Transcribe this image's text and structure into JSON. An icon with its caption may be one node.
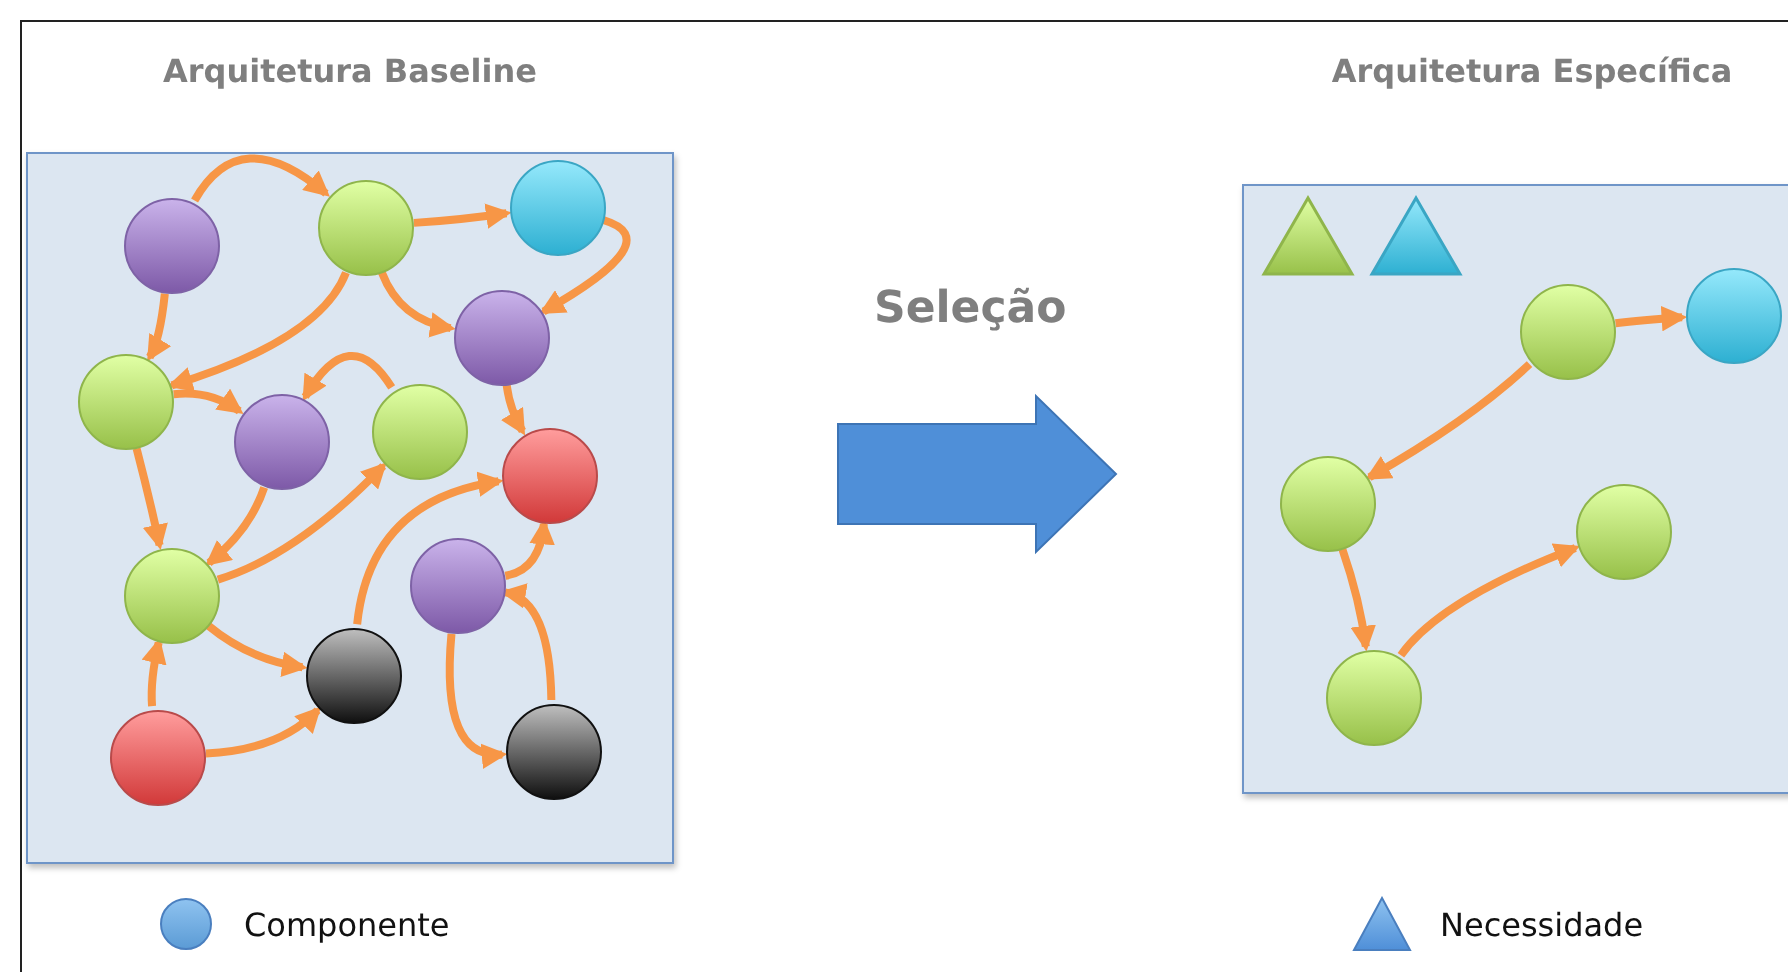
{
  "diagram": {
    "nodes": [
      {
        "text": [
          "Arquitetura Baseline"
        ]
      },
      {
        "text": [],
        "shape": "circle",
        "in": 0
      },
      {
        "text": [],
        "shape": "circle",
        "in": 0
      },
      {
        "text": [],
        "shape": "circle",
        "in": 0
      },
      {
        "text": [],
        "shape": "circle",
        "in": 0
      },
      {
        "text": [],
        "shape": "circle",
        "in": 0
      },
      {
        "text": [],
        "shape": "circle",
        "in": 0
      },
      {
        "text": [],
        "shape": "circle",
        "in": 0
      },
      {
        "text": [],
        "shape": "circle",
        "in": 0
      },
      {
        "text": [],
        "shape": "circle",
        "in": 0
      },
      {
        "text": [],
        "shape": "circle",
        "in": 0
      },
      {
        "text": [],
        "shape": "circle",
        "in": 0
      },
      {
        "text": [],
        "shape": "circle",
        "in": 0
      },
      {
        "text": [],
        "shape": "circle",
        "in": 0
      },
      {
        "text": [
          "Arquitetura Específica"
        ]
      },
      {
        "text": [],
        "shape": "triangle",
        "in": 14
      },
      {
        "text": [],
        "shape": "triangle",
        "in": 14
      },
      {
        "text": [],
        "shape": "circle",
        "in": 14
      },
      {
        "text": [],
        "shape": "circle",
        "in": 14
      },
      {
        "text": [],
        "shape": "circle",
        "in": 14
      },
      {
        "text": [],
        "shape": "circle",
        "in": 14
      },
      {
        "text": [],
        "shape": "circle",
        "in": 14
      }
    ],
    "edges": [
      {
        "from": 1,
        "to": 2,
        "arrow": "to"
      },
      {
        "from": 1,
        "to": 5,
        "arrow": "to"
      },
      {
        "from": 2,
        "to": 5,
        "arrow": "to"
      },
      {
        "from": 2,
        "to": 3,
        "arrow": "to"
      },
      {
        "from": 2,
        "to": 4,
        "arrow": "to"
      },
      {
        "from": 3,
        "to": 4,
        "arrow": "to"
      },
      {
        "from": 4,
        "to": 8,
        "arrow": "to"
      },
      {
        "from": 5,
        "to": 6,
        "arrow": "to"
      },
      {
        "from": 5,
        "to": 9,
        "arrow": "to"
      },
      {
        "from": 6,
        "to": 9,
        "arrow": "to"
      },
      {
        "from": 7,
        "to": 6,
        "arrow": "to"
      },
      {
        "from": 9,
        "to": 7,
        "arrow": "to"
      },
      {
        "from": 9,
        "to": 11,
        "arrow": "to"
      },
      {
        "from": 12,
        "to": 9,
        "arrow": "to"
      },
      {
        "from": 12,
        "to": 11,
        "arrow": "to"
      },
      {
        "from": 11,
        "to": 8,
        "arrow": "to"
      },
      {
        "from": 10,
        "to": 8,
        "arrow": "to"
      },
      {
        "from": 10,
        "to": 13,
        "arrow": "to"
      },
      {
        "from": 13,
        "to": 10,
        "arrow": "to"
      },
      {
        "from": 17,
        "to": 18,
        "arrow": "to"
      },
      {
        "from": 17,
        "to": 19,
        "arrow": "to"
      },
      {
        "from": 19,
        "to": 21,
        "arrow": "to"
      },
      {
        "from": 21,
        "to": 20,
        "arrow": "to"
      },
      {
        "from": 0,
        "to": 14,
        "arrow": "to",
        "label": "Seleção",
        "style": "thick",
        "color": "#4f8fd8"
      }
    ],
    "legend": [
      {
        "text": "Componente"
      },
      {
        "text": "Necessidade"
      }
    ]
  }
}
